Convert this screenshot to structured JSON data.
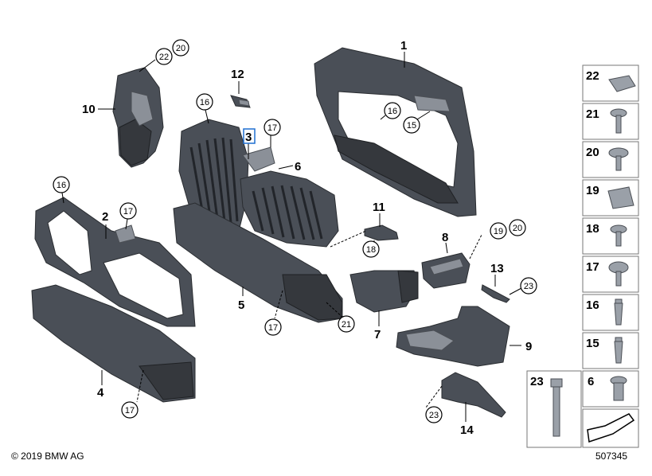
{
  "labels": {
    "p1": "1",
    "p2": "2",
    "p3": "3",
    "p4": "4",
    "p5": "5",
    "p6": "6",
    "p7": "7",
    "p8": "8",
    "p9": "9",
    "p10": "10",
    "p11": "11",
    "p12": "12",
    "p13": "13",
    "p14": "14",
    "c15": "15",
    "c16a": "16",
    "c16b": "16",
    "c16c": "16",
    "c17a": "17",
    "c17b": "17",
    "c17c": "17",
    "c17d": "17",
    "c18": "18",
    "c19": "19",
    "c20a": "20",
    "c20b": "20",
    "c21": "21",
    "c22": "22",
    "c23a": "23",
    "c23b": "23"
  },
  "legend": [
    "22",
    "21",
    "20",
    "19",
    "18",
    "17",
    "16",
    "15",
    "6"
  ],
  "legend_large": "23",
  "copyright": "© 2019 BMW AG",
  "diagram_number": "507345",
  "colors": {
    "part": "#4a4f57",
    "highlight": "#1f6fd1"
  }
}
